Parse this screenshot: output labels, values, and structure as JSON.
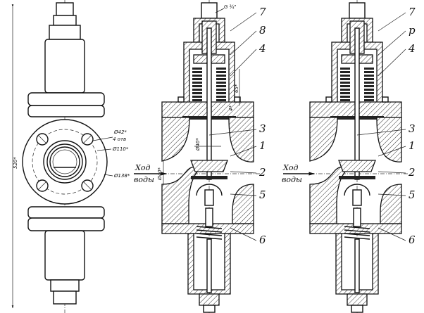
{
  "left_view": {
    "dims": {
      "overall_height": "520*",
      "bolt_holes_dia": "Ø42*",
      "bolt_holes_count": "4 отв",
      "bolt_circle": "Ø110*",
      "flange_dia": "Ø138*"
    }
  },
  "middle_view": {
    "thread": "G ¾\"",
    "dims": {
      "spring_len": "65*",
      "gap": "4*",
      "seat_dia": "Ø40*",
      "inlet": "Ø40*"
    },
    "labels": [
      "7",
      "8",
      "4",
      "3",
      "1",
      "2",
      "5",
      "6"
    ]
  },
  "right_view": {
    "labels": [
      "7",
      "р",
      "4",
      "3",
      "1",
      "2",
      "5",
      "6"
    ]
  },
  "flow": {
    "line1": "Ход",
    "line2": "воды"
  }
}
